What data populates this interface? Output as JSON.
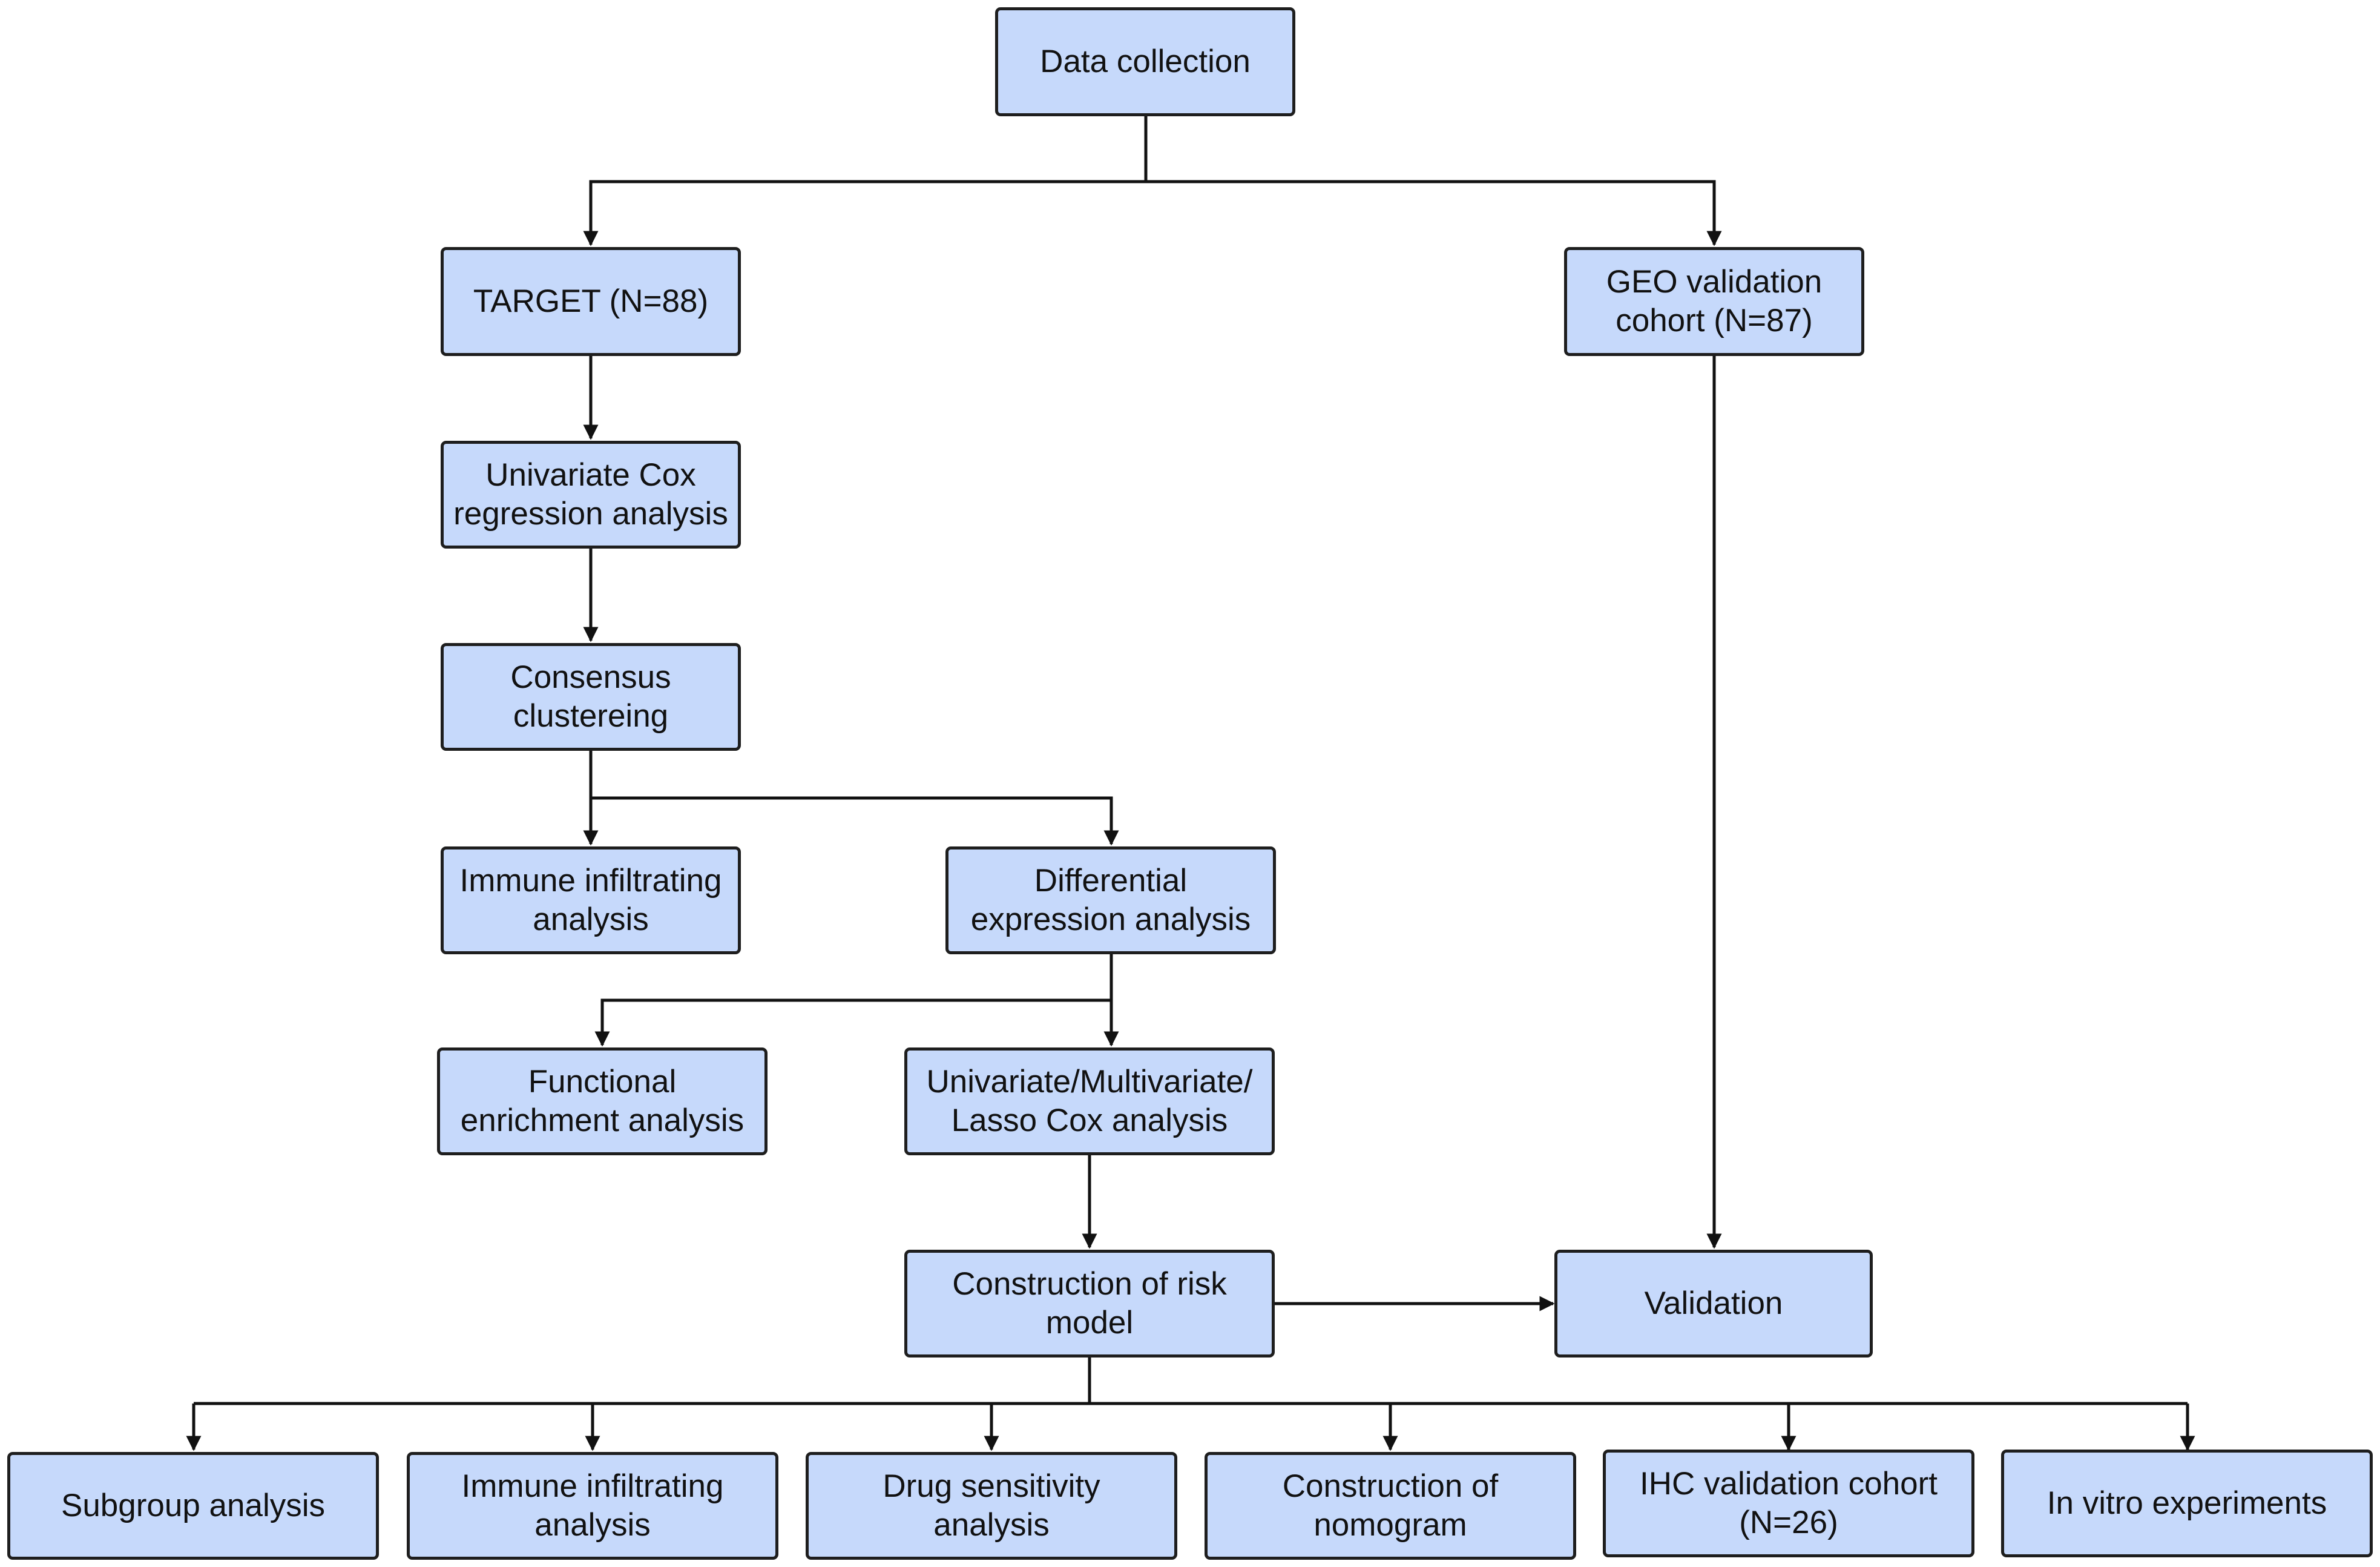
{
  "nodes": {
    "data_collection": "Data collection",
    "target": "TARGET (N=88)",
    "geo": "GEO validation\ncohort (N=87)",
    "univariate_cox": "Univariate Cox\nregression analysis",
    "consensus": "Consensus\nclustereing",
    "immune_1": "Immune infiltrating\nanalysis",
    "differential": "Differential\nexpression analysis",
    "functional": "Functional\nenrichment analysis",
    "multi_cox": "Univariate/Multivariate/\nLasso Cox analysis",
    "risk_model": "Construction of risk\nmodel",
    "validation": "Validation",
    "subgroup": "Subgroup analysis",
    "immune_2": "Immune infiltrating\nanalysis",
    "drug": "Drug sensitivity\nanalysis",
    "nomogram": "Construction of\nnomogram",
    "ihc": "IHC validation cohort\n(N=26)",
    "in_vitro": "In vitro experiments"
  },
  "colors": {
    "node_fill": "#c6d9fb",
    "node_border": "#1e1e1e",
    "connector": "#111111"
  }
}
